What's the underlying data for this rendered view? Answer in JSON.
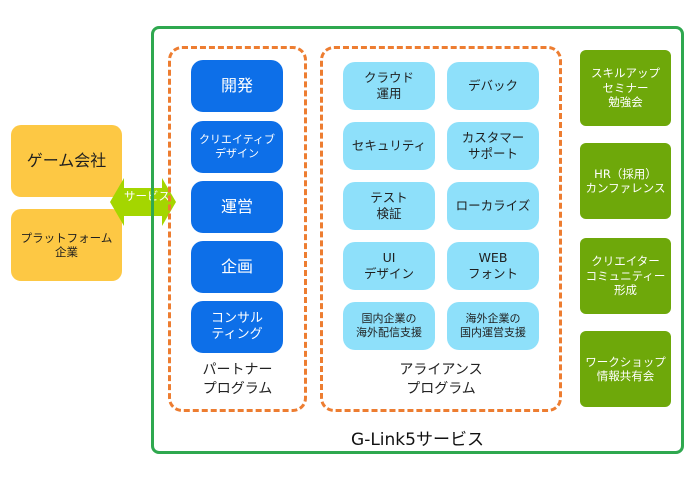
{
  "left": {
    "game_company": "ゲーム会社",
    "platform": "プラットフォーム\n企業",
    "arrow_label": "サービス"
  },
  "partner": {
    "items": [
      "開発",
      "クリエイティブ\nデザイン",
      "運営",
      "企画",
      "コンサル\nティング"
    ],
    "caption": "パートナー\nプログラム"
  },
  "alliance": {
    "items": [
      "クラウド\n運用",
      "デバック",
      "セキュリティ",
      "カスタマー\nサポート",
      "テスト\n検証",
      "ローカライズ",
      "UI\nデザイン",
      "WEB\nフォント",
      "国内企業の\n海外配信支援",
      "海外企業の\n国内運営支援"
    ],
    "caption": "アライアンス\nプログラム"
  },
  "events": [
    "スキルアップ\nセミナー\n勉強会",
    "HR（採用）\nカンファレンス",
    "クリエイター\nコミュニティー\n形成",
    "ワークショップ\n情報共有会"
  ],
  "footer": "G-Link5サービス",
  "colors": {
    "frame": "#2fa84f",
    "dashed": "#ed7d31",
    "partner_box": "#0d6fe8",
    "alliance_box": "#8ee0fa",
    "event_box": "#6ea80a",
    "client_box": "#fdc844",
    "arrow": "#a4d600"
  }
}
